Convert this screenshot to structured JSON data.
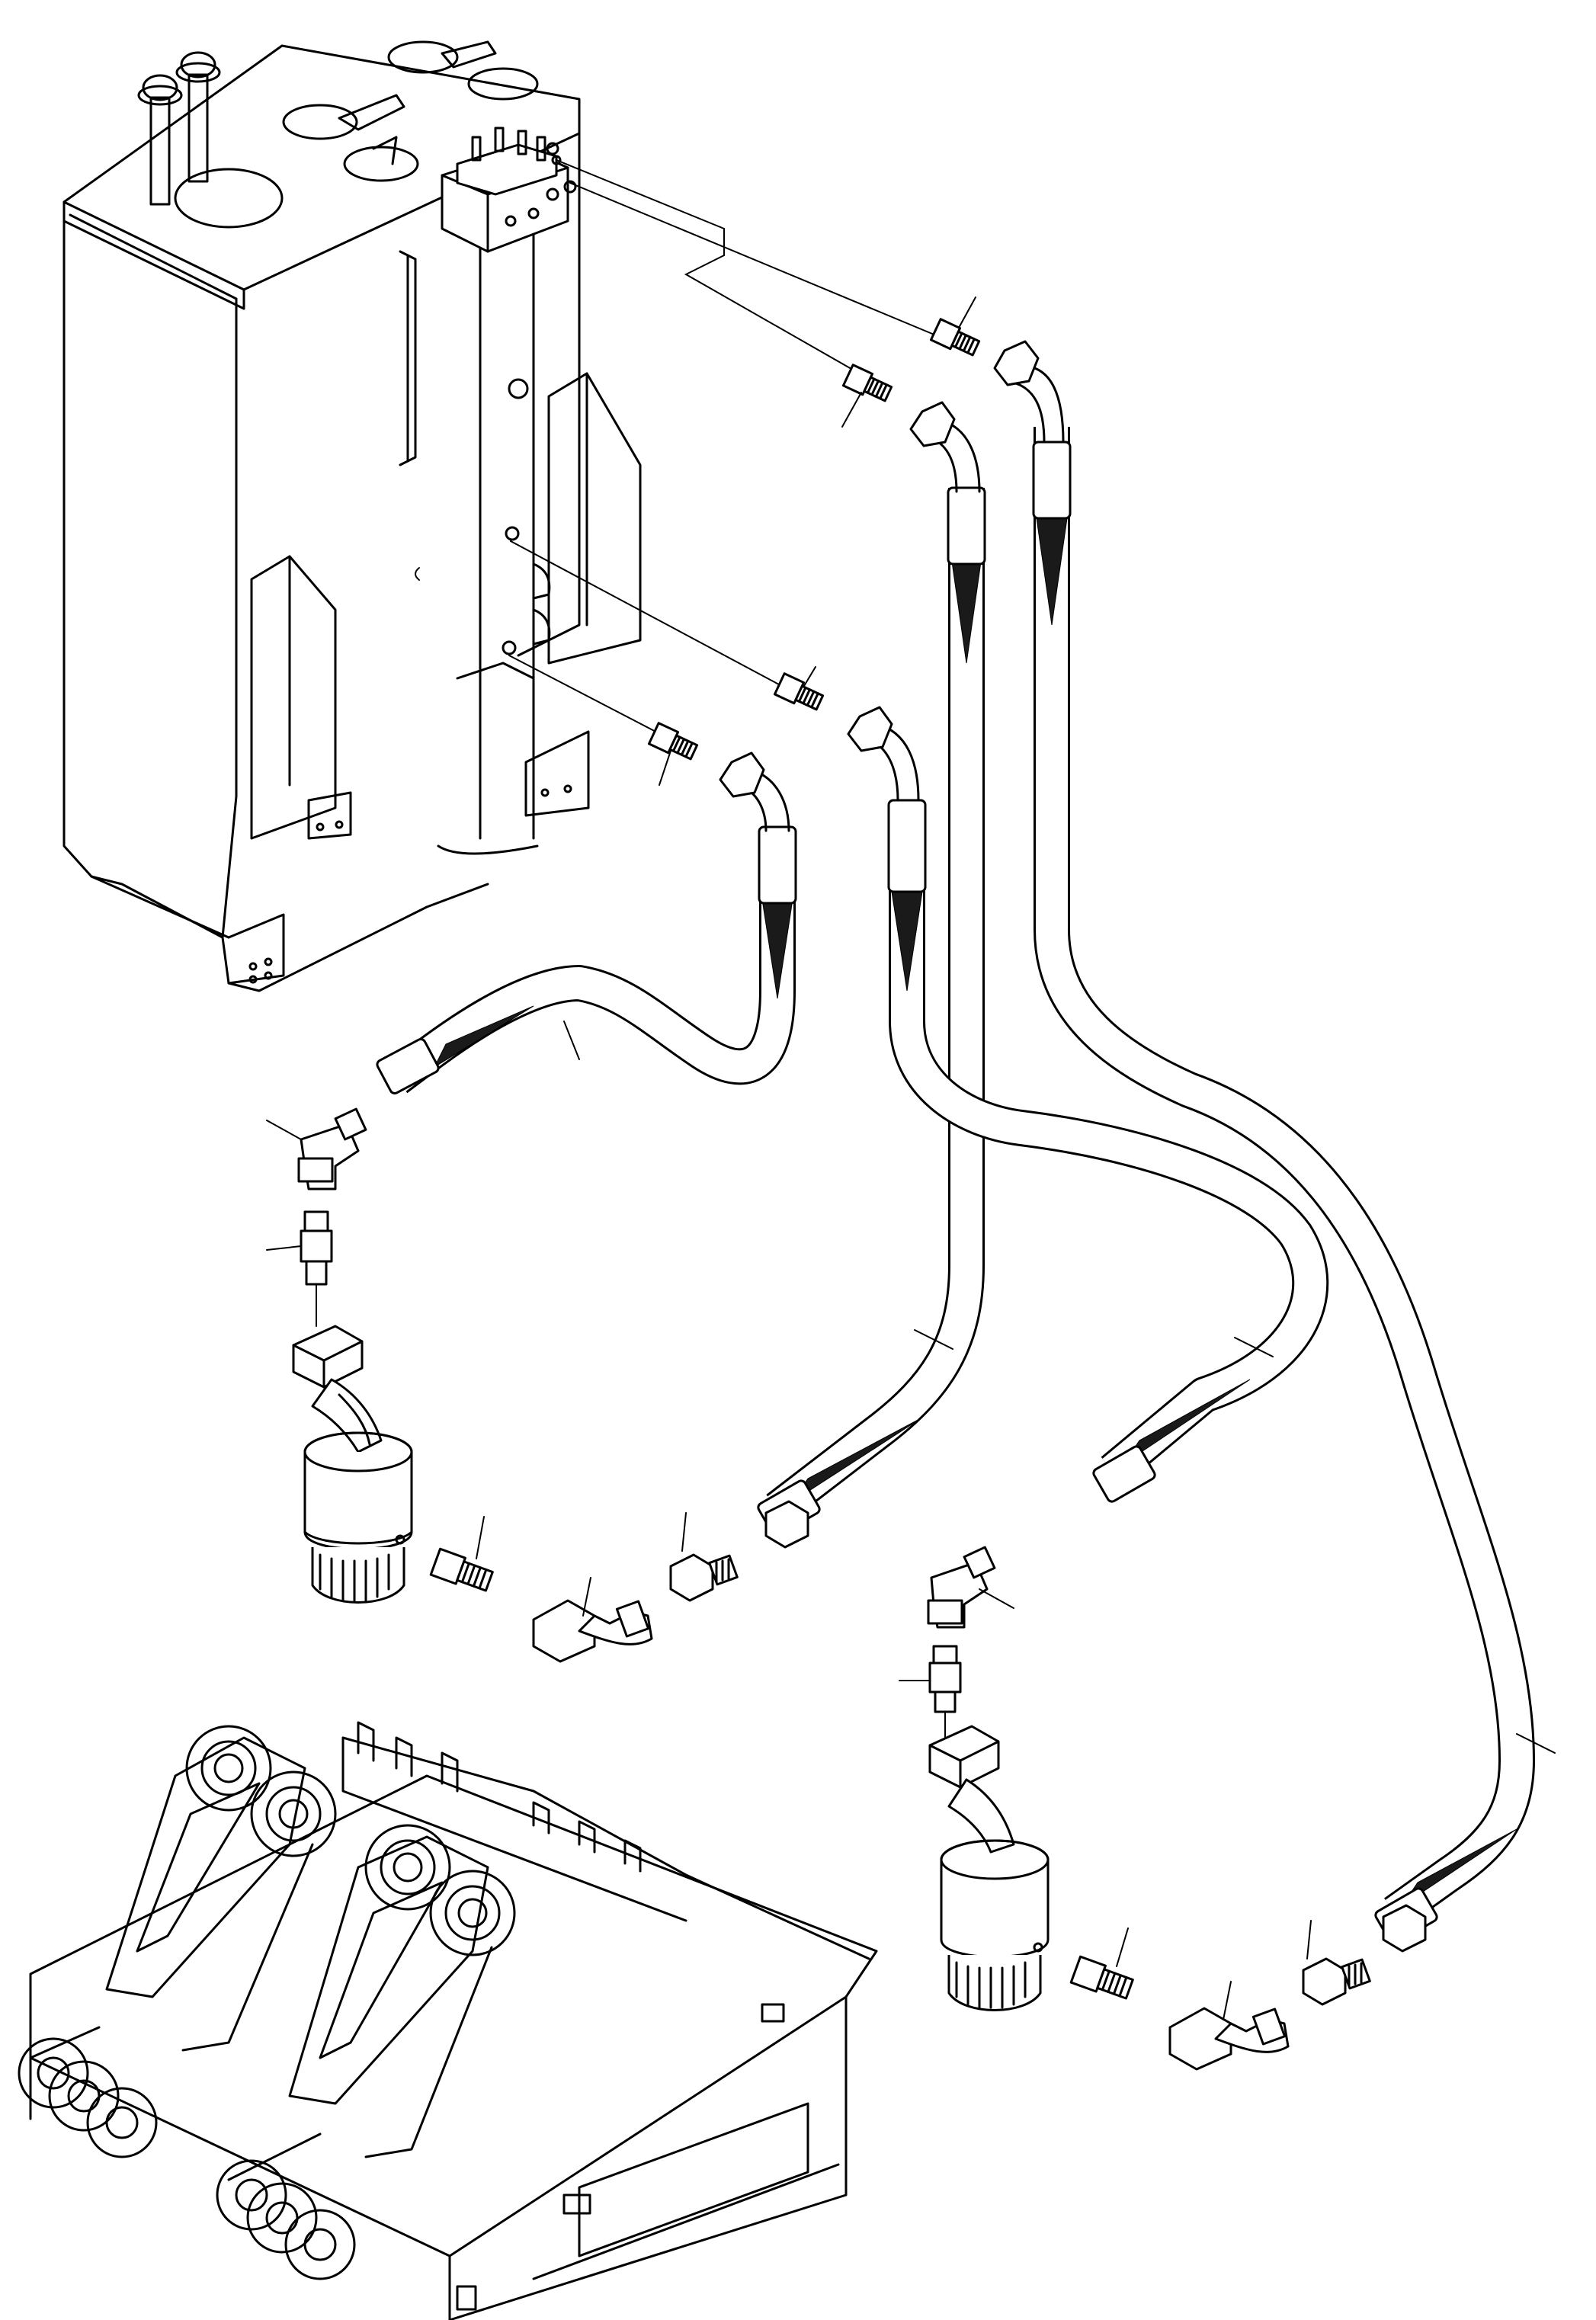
{
  "diagram": {
    "type": "exploded-parts-illustration",
    "subject": "hydraulic-tank-hoses-to-swivel-fittings",
    "callout_labels": [],
    "colors": {
      "line": "#000000",
      "background": "#ffffff",
      "hose_sleeve": "#1a1a1a"
    },
    "components": {
      "hydraulic_tank": {
        "icon": "hydraulic-tank-icon"
      },
      "filter_block": {
        "icon": "valve-block-icon"
      },
      "hoses": [
        {
          "id": "hose-a",
          "icon": "hose-icon"
        },
        {
          "id": "hose-b",
          "icon": "hose-icon"
        },
        {
          "id": "hose-c",
          "icon": "hose-icon"
        }
      ],
      "swivel_joints": [
        {
          "id": "swivel-left",
          "icon": "swivel-joint-icon"
        },
        {
          "id": "swivel-right",
          "icon": "swivel-joint-icon"
        }
      ],
      "frame": {
        "icon": "loader-frame-icon"
      }
    }
  }
}
